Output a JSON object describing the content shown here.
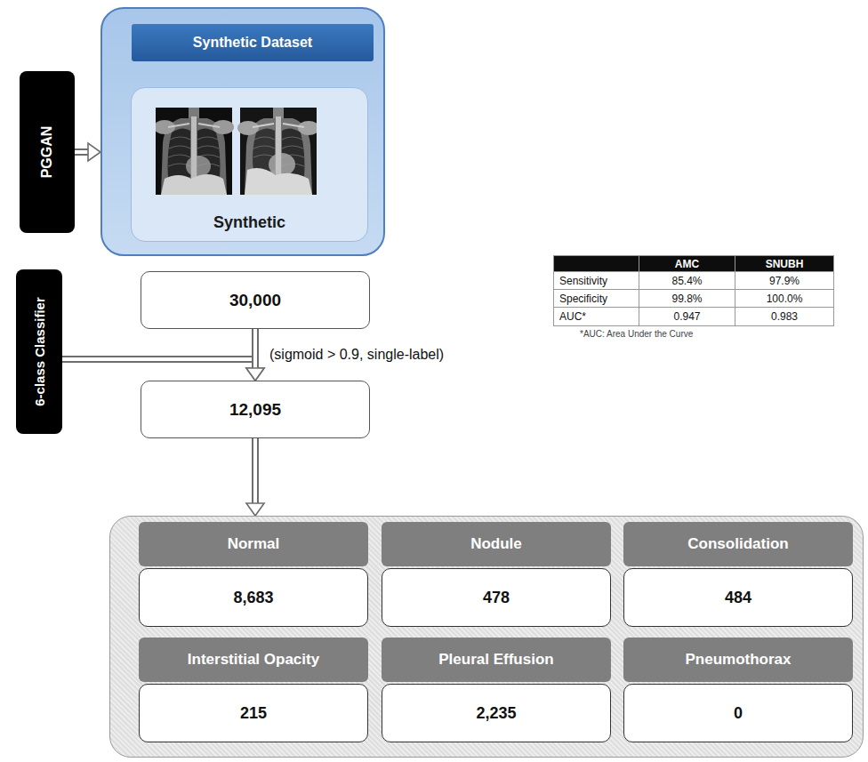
{
  "diagram": {
    "nodes": [
      {
        "text": [
          "PGGAN"
        ]
      },
      {
        "text": [
          "Synthetic Dataset"
        ]
      },
      {
        "text": [
          "Synthetic"
        ],
        "in": 1
      },
      {
        "text": [
          "6-class Classifier"
        ]
      },
      {
        "text": [
          "30,000"
        ]
      },
      {
        "text": [
          "12,095"
        ]
      },
      {
        "text": []
      },
      {
        "text": [
          "Normal",
          "8,683"
        ],
        "in": 6
      },
      {
        "text": [
          "Nodule",
          "478"
        ],
        "in": 6
      },
      {
        "text": [
          "Consolidation",
          "484"
        ],
        "in": 6
      },
      {
        "text": [
          "Interstitial Opacity",
          "215"
        ],
        "in": 6
      },
      {
        "text": [
          "Pleural Effusion",
          "2,235"
        ],
        "in": 6
      },
      {
        "text": [
          "Pneumothorax",
          "0"
        ],
        "in": 6
      }
    ],
    "edges": [
      {
        "from": 0,
        "to": 1,
        "arrow": "to"
      },
      {
        "from": 4,
        "to": 5,
        "label": "(sigmoid > 0.9, single-label)",
        "arrow": "to"
      },
      {
        "from": 3,
        "to": 5,
        "arrow": "to"
      },
      {
        "from": 5,
        "to": 6,
        "arrow": "to"
      }
    ],
    "labels": [
      "AMC",
      "SNUBH",
      "Sensitivity",
      "85.4%",
      "97.9%",
      "Specificity",
      "99.8%",
      "100.0%",
      "AUC*",
      "0.947",
      "0.983",
      "*AUC: Area Under the Curve"
    ]
  }
}
